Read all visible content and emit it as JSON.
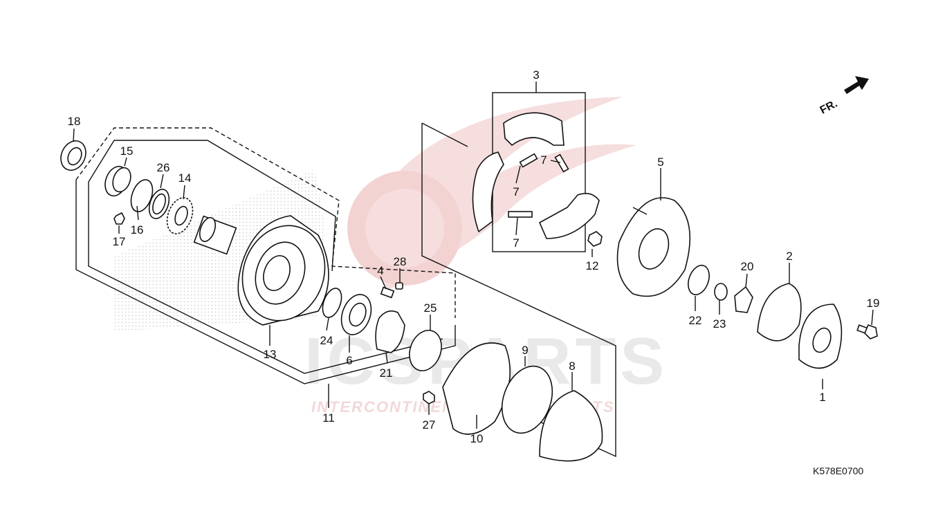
{
  "diagram": {
    "drawing_code": "K578E0700",
    "direction_marker": "FR.",
    "watermark": {
      "brand": "ICSPARTS",
      "tagline": "INTERCONTINENTALSPORTSPARTS"
    },
    "callouts": [
      {
        "id": "p1",
        "text": "1"
      },
      {
        "id": "p2",
        "text": "2"
      },
      {
        "id": "p3",
        "text": "3"
      },
      {
        "id": "p4",
        "text": "4"
      },
      {
        "id": "p5",
        "text": "5"
      },
      {
        "id": "p6",
        "text": "6"
      },
      {
        "id": "p7a",
        "text": "7"
      },
      {
        "id": "p7b",
        "text": "7"
      },
      {
        "id": "p7c",
        "text": "7"
      },
      {
        "id": "p8",
        "text": "8"
      },
      {
        "id": "p9",
        "text": "9"
      },
      {
        "id": "p10",
        "text": "10"
      },
      {
        "id": "p11",
        "text": "11"
      },
      {
        "id": "p12",
        "text": "12"
      },
      {
        "id": "p13",
        "text": "13"
      },
      {
        "id": "p14",
        "text": "14"
      },
      {
        "id": "p15",
        "text": "15"
      },
      {
        "id": "p16",
        "text": "16"
      },
      {
        "id": "p17",
        "text": "17"
      },
      {
        "id": "p18",
        "text": "18"
      },
      {
        "id": "p19",
        "text": "19"
      },
      {
        "id": "p20",
        "text": "20"
      },
      {
        "id": "p21",
        "text": "21"
      },
      {
        "id": "p22",
        "text": "22"
      },
      {
        "id": "p23",
        "text": "23"
      },
      {
        "id": "p24",
        "text": "24"
      },
      {
        "id": "p25",
        "text": "25"
      },
      {
        "id": "p26",
        "text": "26"
      },
      {
        "id": "p27",
        "text": "27"
      },
      {
        "id": "p28",
        "text": "28"
      }
    ]
  }
}
